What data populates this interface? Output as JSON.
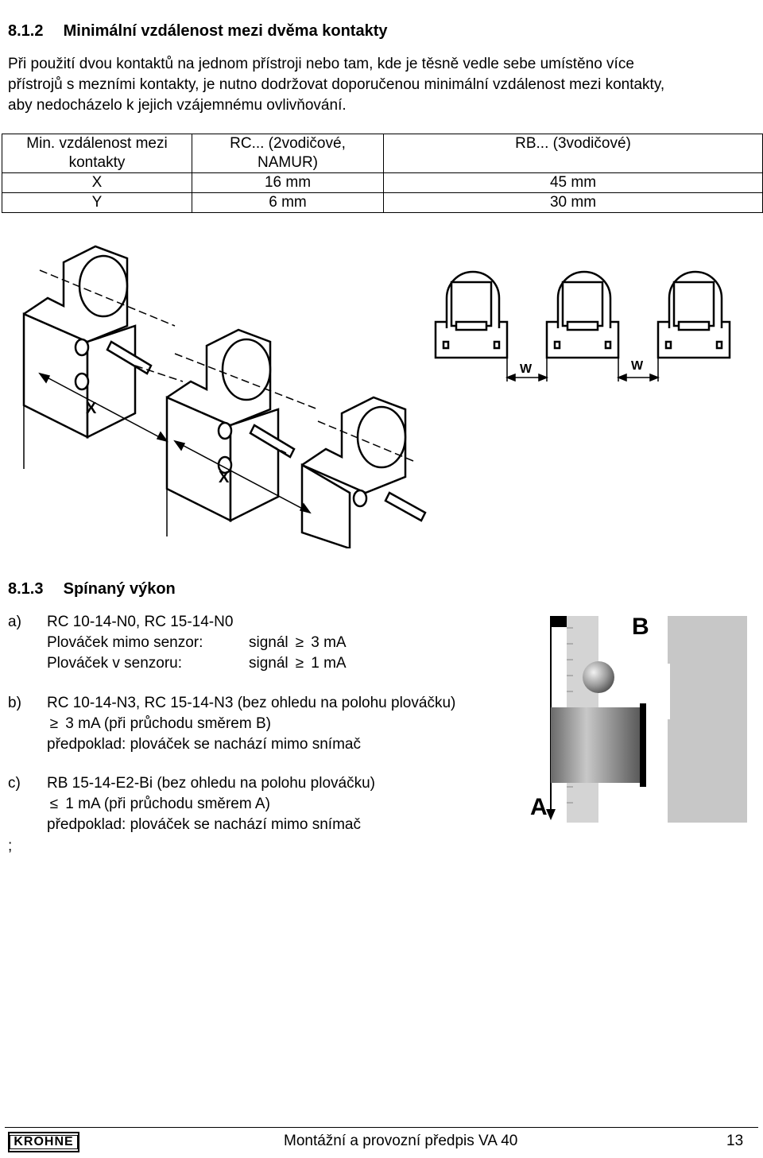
{
  "section1": {
    "number": "8.1.2",
    "title": "Minimální vzdálenost mezi dvěma kontakty",
    "paragraph": [
      "Při použití dvou kontaktů na jednom přístroji nebo tam, kde je těsně vedle sebe umístěno více",
      "přístrojů s mezními kontakty, je nutno dodržovat doporučenou minimální vzdálenost mezi kontakty,",
      "aby nedocházelo k jejich vzájemnému ovlivňování."
    ]
  },
  "table": {
    "header": {
      "col1": [
        "Min. vzdálenost mezi",
        "kontakty"
      ],
      "col2": [
        "RC... (2vodičové,",
        "NAMUR)"
      ],
      "col3": "RB... (3vodičové)"
    },
    "rows": [
      {
        "label": "X",
        "rc": "16 mm",
        "rb": "45 mm"
      },
      {
        "label": "Y",
        "rc": "6 mm",
        "rb": "30 mm"
      }
    ]
  },
  "figure1": {
    "label_x1": "X",
    "label_x2": "X"
  },
  "figure2": {
    "label_w1": "W",
    "label_w2": "W"
  },
  "section2": {
    "number": "8.1.3",
    "title": "Spínaný výkon",
    "items": [
      {
        "letter": "a)",
        "lines": [
          "RC 10-14-N0, RC 15-14-N0"
        ],
        "pairs": [
          {
            "label": "Plováček mimo senzor:",
            "signal": "signál",
            "value": "3 mA"
          },
          {
            "label": "Plováček v senzoru:",
            "signal": "signál",
            "value": "1 mA"
          }
        ]
      },
      {
        "letter": "b)",
        "line1": "RC 10-14-N3, RC 15-14-N3 (bez ohledu na polohu plováčku)",
        "line2": "3 mA (při průchodu směrem B)",
        "line3": "předpoklad: plováček se nachází mimo snímač"
      },
      {
        "letter": "c)",
        "line1": "RB 15-14-E2-Bi (bez ohledu na polohu plováčku)",
        "line2": "1 mA (při průchodu směrem A)",
        "line3": "předpoklad: plováček se nachází mimo snímač"
      }
    ],
    "trailing": ";"
  },
  "figure3": {
    "label_b": "B",
    "label_a": "A"
  },
  "footer": {
    "logo": "KROHNE",
    "title": "Montážní a provozní předpis VA 40",
    "page": "13"
  }
}
